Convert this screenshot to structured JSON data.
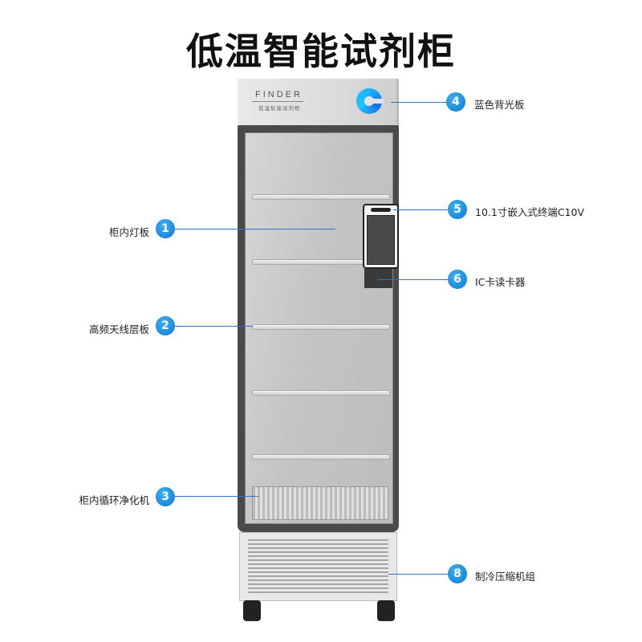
{
  "title": "低温智能试剂柜",
  "product": {
    "brand": "FINDER",
    "brand_sub": "低温智能试剂柜"
  },
  "callouts": [
    {
      "num": "1",
      "label": "柜内灯板"
    },
    {
      "num": "2",
      "label": "高频天线层板"
    },
    {
      "num": "3",
      "label": "柜内循环净化机"
    },
    {
      "num": "4",
      "label": "蓝色背光板"
    },
    {
      "num": "5",
      "label": "10.1寸嵌入式终端C10V"
    },
    {
      "num": "6",
      "label": "IC卡读卡器"
    },
    {
      "num": "8",
      "label": "制冷压缩机组"
    }
  ],
  "colors": {
    "accent": "#0c78cf",
    "line": "#2f6fd0"
  }
}
